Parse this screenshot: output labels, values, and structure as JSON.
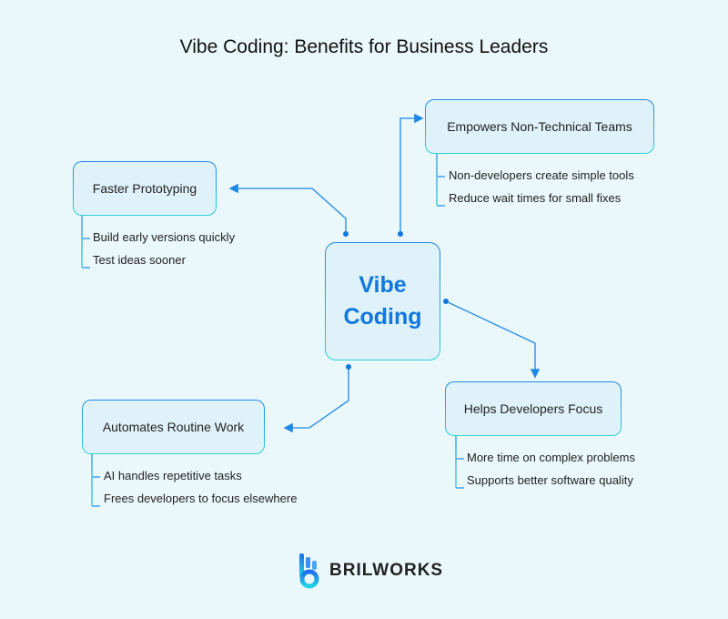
{
  "title": "Vibe Coding: Benefits for Business Leaders",
  "center": {
    "line1": "Vibe",
    "line2": "Coding"
  },
  "nodes": [
    {
      "label": "Faster Prototyping",
      "items": [
        "Build early versions quickly",
        "Test ideas sooner"
      ]
    },
    {
      "label": "Empowers Non-Technical Teams",
      "items": [
        "Non-developers create simple tools",
        "Reduce wait times for small fixes"
      ]
    },
    {
      "label": "Automates Routine Work",
      "items": [
        "AI handles repetitive tasks",
        "Frees developers to focus elsewhere"
      ]
    },
    {
      "label": "Helps Developers Focus",
      "items": [
        "More time on complex problems",
        "Supports better software quality"
      ]
    }
  ],
  "logo": {
    "text": "BRILWORKS"
  },
  "colors": {
    "accent": "#1177e0",
    "line": "#1e88e5",
    "cyan": "#2ad4d0",
    "background": "#eaf7fb"
  }
}
